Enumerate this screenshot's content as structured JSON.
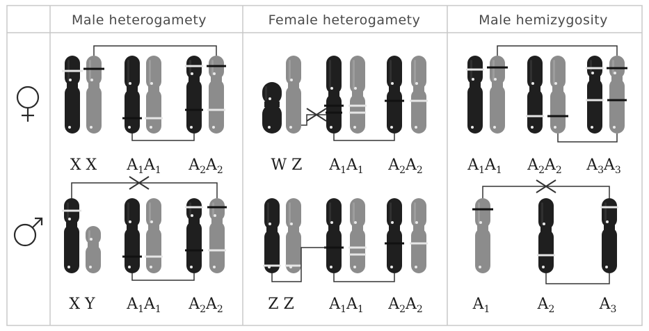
{
  "columns": [
    {
      "title": "Male heterogamety"
    },
    {
      "title": "Female heterogamety"
    },
    {
      "title": "Male hemizygosity"
    }
  ],
  "rows": [
    {
      "sex": "female",
      "symbol": "female-symbol-icon"
    },
    {
      "sex": "male",
      "symbol": "male-symbol-icon"
    }
  ],
  "labels": {
    "male_heterogamety_female": [
      "X X",
      "A1A1",
      "A2A2"
    ],
    "male_heterogamety_male": [
      "X Y",
      "A1A1",
      "A2A2"
    ],
    "female_heterogamety_female": [
      "W Z",
      "A1A1",
      "A2A2"
    ],
    "female_heterogamety_male": [
      "Z Z",
      "A1A1",
      "A2A2"
    ],
    "male_hemizygosity_female": [
      "A1A1",
      "A2A2",
      "A3A3"
    ],
    "male_hemizygosity_male": [
      "A1",
      "A2",
      "A3"
    ]
  },
  "colors": {
    "grid_line": "#c8c8c8",
    "dark_chromosome": "#1f1f1f",
    "light_chromosome": "#8c8c8c",
    "band_light": "#e6e6e6",
    "band_dark": "#111111",
    "connector": "#333333"
  }
}
